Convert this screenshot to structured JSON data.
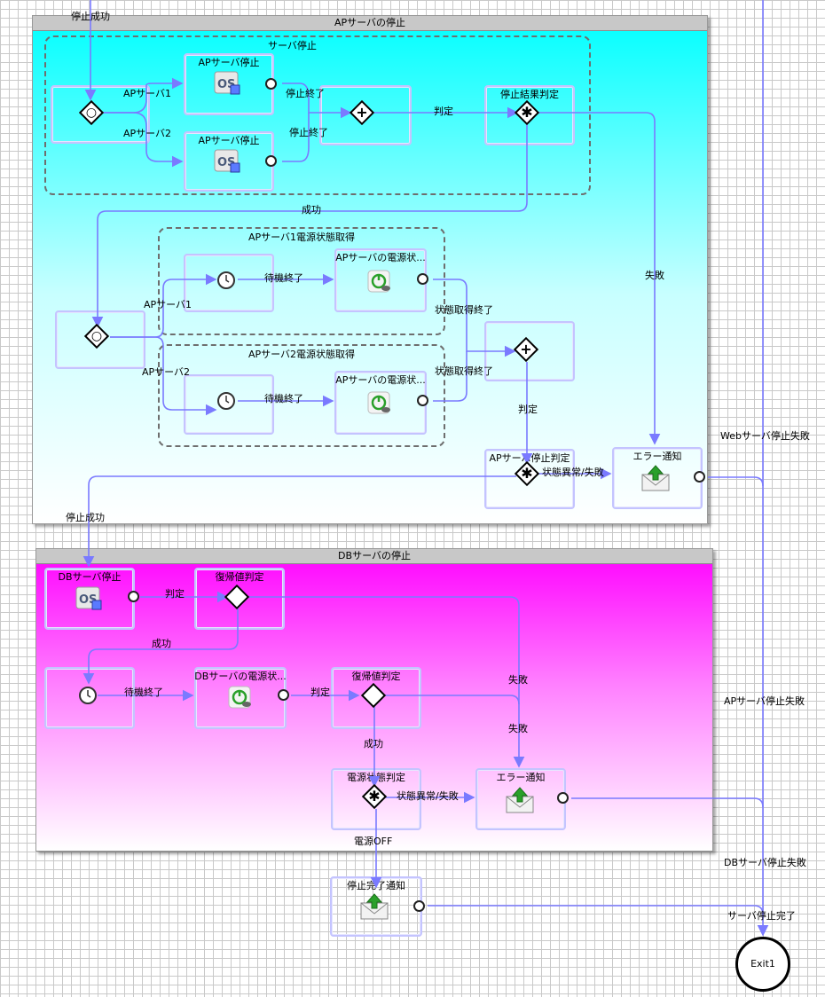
{
  "pools": {
    "ap": {
      "title": "APサーバの停止"
    },
    "db": {
      "title": "DBサーバの停止"
    }
  },
  "subprocesses": {
    "server_stop": "サーバ停止",
    "ap1_power": "APサーバ1電源状態取得",
    "ap2_power": "APサーバ2電源状態取得"
  },
  "tasks": {
    "ap_stop_1": "APサーバ停止",
    "ap_stop_2": "APサーバ停止",
    "stop_result_judge": "停止結果判定",
    "ap_power_1": "APサーバの電源状...",
    "ap_power_2": "APサーバの電源状...",
    "ap_stop_judge": "APサーバ停止判定",
    "error_notify_ap": "エラー通知",
    "db_stop": "DBサーバ停止",
    "return_judge_1": "復帰値判定",
    "db_power": "DBサーバの電源状...",
    "return_judge_2": "復帰値判定",
    "power_state_judge": "電源状態判定",
    "error_notify_db": "エラー通知",
    "stop_complete_notify": "停止完了通知"
  },
  "edges": {
    "top_stop_success": "停止成功",
    "ap_server1_a": "APサーバ1",
    "ap_server2_a": "APサーバ2",
    "stop_end_1": "停止終了",
    "stop_end_2": "停止終了",
    "judge_1": "判定",
    "success_1": "成功",
    "failure_1": "失敗",
    "ap_server1_b": "APサーバ1",
    "ap_server2_b": "APサーバ2",
    "wait_end_1": "待機終了",
    "wait_end_2": "待機終了",
    "state_get_end_1": "状態取得終了",
    "state_get_end_2": "状態取得終了",
    "judge_2": "判定",
    "state_abnormal_1": "状態異常/失敗",
    "stop_success_2": "停止成功",
    "web_stop_failure": "Webサーバ停止失敗",
    "judge_3": "判定",
    "success_2": "成功",
    "wait_end_3": "待機終了",
    "judge_4": "判定",
    "failure_2": "失敗",
    "failure_3": "失敗",
    "success_3": "成功",
    "state_abnormal_2": "状態異常/失敗",
    "power_off": "電源OFF",
    "ap_stop_failure": "APサーバ停止失敗",
    "db_stop_failure": "DBサーバ停止失敗",
    "server_stop_complete": "サーバ停止完了"
  },
  "exit": {
    "label": "Exit1"
  },
  "colors": {
    "ap_pool_top": "#00ffff",
    "db_pool_top": "#ff00ff",
    "flow_line": "#7a7aff",
    "gateway_fill": "#000000"
  }
}
